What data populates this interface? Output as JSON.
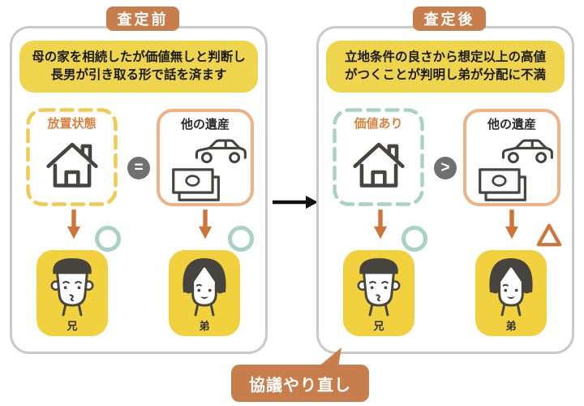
{
  "panels": [
    {
      "badge": "査定前",
      "note": {
        "line1": "母の家を相続したが価値無しと判断し",
        "line2": "長男が引き取る形で話を済ます"
      },
      "left_asset": {
        "label": "放置状態",
        "icon": "house-icon",
        "border_style": "dashed-yellow"
      },
      "comparator": {
        "symbol": "=",
        "name": "equals-icon"
      },
      "right_asset": {
        "label": "他の遺産",
        "icons": [
          "car-icon",
          "banknotes-icon"
        ],
        "border_style": "solid-peach"
      },
      "people": [
        {
          "label": "兄",
          "mark": "circle"
        },
        {
          "label": "弟",
          "mark": "circle"
        }
      ]
    },
    {
      "badge": "査定後",
      "note": {
        "line1": "立地条件の良さから想定以上の高値",
        "line2": "がつくことが判明し弟が分配に不満"
      },
      "left_asset": {
        "label": "価値あり",
        "icon": "house-icon",
        "border_style": "dashed-teal"
      },
      "comparator": {
        "symbol": ">",
        "name": "greater-than-icon"
      },
      "right_asset": {
        "label": "他の遺産",
        "icons": [
          "car-icon",
          "banknotes-icon"
        ],
        "border_style": "solid-peach"
      },
      "people": [
        {
          "label": "兄",
          "mark": "circle"
        },
        {
          "label": "弟",
          "mark": "triangle"
        }
      ]
    }
  ],
  "callout": {
    "label": "協議やり直し"
  },
  "icons": {
    "house": "house-outline",
    "car": "car-outline",
    "banknotes": "stacked-banknotes-outline",
    "approval_mark": "teal-ring",
    "dissent_mark": "orange-triangle-outline",
    "transition": "black-right-arrow",
    "down_arrow": "orange-down-arrow"
  },
  "colors": {
    "badge_orange": "#c87d4c",
    "highlight_yellow": "#efd54e",
    "card_yellow": "#f1d13d",
    "dashed_yellow": "#f1ca4f",
    "teal": "#a9d2c6",
    "peach_border": "#f0b183",
    "arrow_orange": "#cf7439",
    "label_orange": "#d9813f",
    "comparator_gray": "#707070",
    "icon_ink": "#474440",
    "panel_border": "#c9c9c9"
  }
}
